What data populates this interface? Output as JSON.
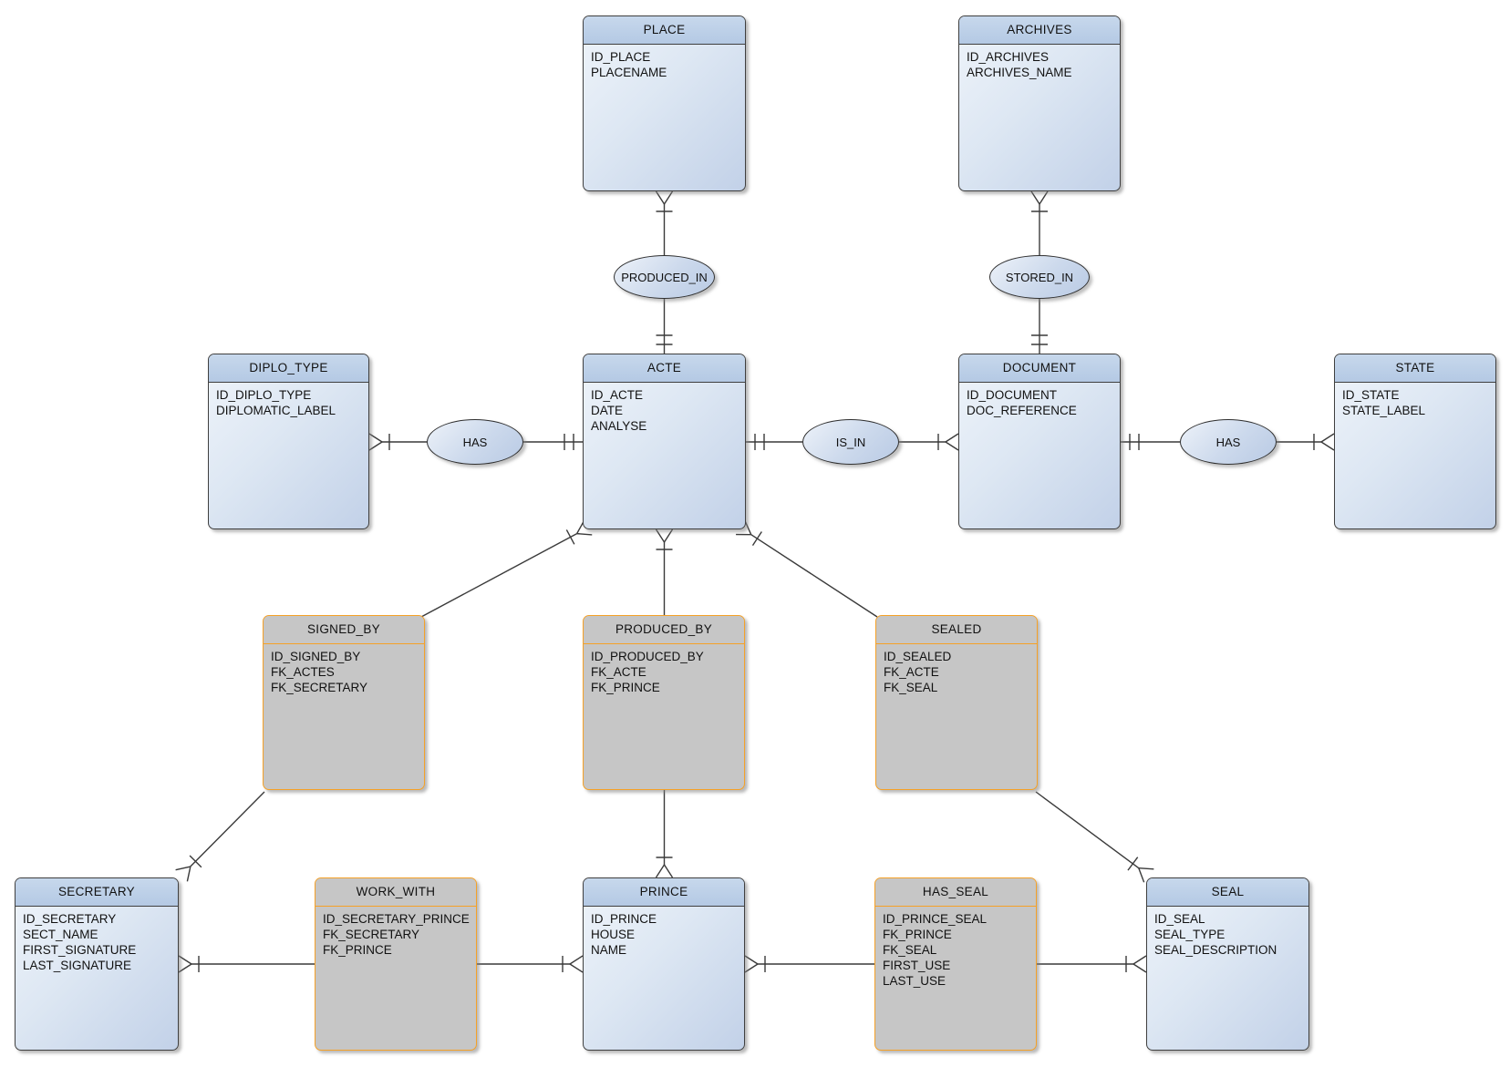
{
  "diagram": {
    "type": "entity-relationship",
    "notation": "crows-foot",
    "colors": {
      "entity_header": "#b9cde6",
      "entity_body_gradient_start": "#eff4fa",
      "entity_body_gradient_end": "#c2d1e8",
      "entity_border": "#3f3f3f",
      "association_fill": "#c6c6c6",
      "association_border": "#f5a127",
      "connector": "#3a3a3a",
      "background": "#ffffff"
    },
    "entities": [
      {
        "title": "PLACE",
        "kind": "entity",
        "attributes": [
          "ID_PLACE",
          "PLACENAME"
        ]
      },
      {
        "title": "ARCHIVES",
        "kind": "entity",
        "attributes": [
          "ID_ARCHIVES",
          "ARCHIVES_NAME"
        ]
      },
      {
        "title": "DIPLO_TYPE",
        "kind": "entity",
        "attributes": [
          "ID_DIPLO_TYPE",
          "DIPLOMATIC_LABEL"
        ]
      },
      {
        "title": "ACTE",
        "kind": "entity",
        "attributes": [
          "ID_ACTE",
          "DATE",
          "ANALYSE"
        ]
      },
      {
        "title": "DOCUMENT",
        "kind": "entity",
        "attributes": [
          "ID_DOCUMENT",
          "DOC_REFERENCE"
        ]
      },
      {
        "title": "STATE",
        "kind": "entity",
        "attributes": [
          "ID_STATE",
          "STATE_LABEL"
        ]
      },
      {
        "title": "SIGNED_BY",
        "kind": "association",
        "attributes": [
          "ID_SIGNED_BY",
          "FK_ACTES",
          "FK_SECRETARY"
        ]
      },
      {
        "title": "PRODUCED_BY",
        "kind": "association",
        "attributes": [
          "ID_PRODUCED_BY",
          "FK_ACTE",
          "FK_PRINCE"
        ]
      },
      {
        "title": "SEALED",
        "kind": "association",
        "attributes": [
          "ID_SEALED",
          "FK_ACTE",
          "FK_SEAL"
        ]
      },
      {
        "title": "SECRETARY",
        "kind": "entity",
        "attributes": [
          "ID_SECRETARY",
          "SECT_NAME",
          "FIRST_SIGNATURE",
          "LAST_SIGNATURE"
        ]
      },
      {
        "title": "WORK_WITH",
        "kind": "association",
        "attributes": [
          "ID_SECRETARY_PRINCE",
          "FK_SECRETARY",
          "FK_PRINCE"
        ]
      },
      {
        "title": "PRINCE",
        "kind": "entity",
        "attributes": [
          "ID_PRINCE",
          "HOUSE",
          "NAME"
        ]
      },
      {
        "title": "HAS_SEAL",
        "kind": "association",
        "attributes": [
          "ID_PRINCE_SEAL",
          "FK_PRINCE",
          "FK_SEAL",
          "FIRST_USE",
          "LAST_USE"
        ]
      },
      {
        "title": "SEAL",
        "kind": "entity",
        "attributes": [
          "ID_SEAL",
          "SEAL_TYPE",
          "SEAL_DESCRIPTION"
        ]
      }
    ],
    "relationships": [
      {
        "label": "PRODUCED_IN"
      },
      {
        "label": "STORED_IN"
      },
      {
        "label": "HAS"
      },
      {
        "label": "IS_IN"
      },
      {
        "label": "HAS"
      }
    ],
    "connections": [
      {
        "from": "PLACE",
        "via": "PRODUCED_IN",
        "to": "ACTE"
      },
      {
        "from": "ARCHIVES",
        "via": "STORED_IN",
        "to": "DOCUMENT"
      },
      {
        "from": "DIPLO_TYPE",
        "via": "HAS",
        "to": "ACTE"
      },
      {
        "from": "ACTE",
        "via": "IS_IN",
        "to": "DOCUMENT"
      },
      {
        "from": "DOCUMENT",
        "via": "HAS",
        "to": "STATE"
      },
      {
        "from": "ACTE",
        "to": "SIGNED_BY"
      },
      {
        "from": "ACTE",
        "to": "PRODUCED_BY"
      },
      {
        "from": "ACTE",
        "to": "SEALED"
      },
      {
        "from": "SIGNED_BY",
        "to": "SECRETARY"
      },
      {
        "from": "PRODUCED_BY",
        "to": "PRINCE"
      },
      {
        "from": "SEALED",
        "to": "SEAL"
      },
      {
        "from": "SECRETARY",
        "to": "WORK_WITH"
      },
      {
        "from": "WORK_WITH",
        "to": "PRINCE"
      },
      {
        "from": "PRINCE",
        "to": "HAS_SEAL"
      },
      {
        "from": "HAS_SEAL",
        "to": "SEAL"
      }
    ]
  }
}
